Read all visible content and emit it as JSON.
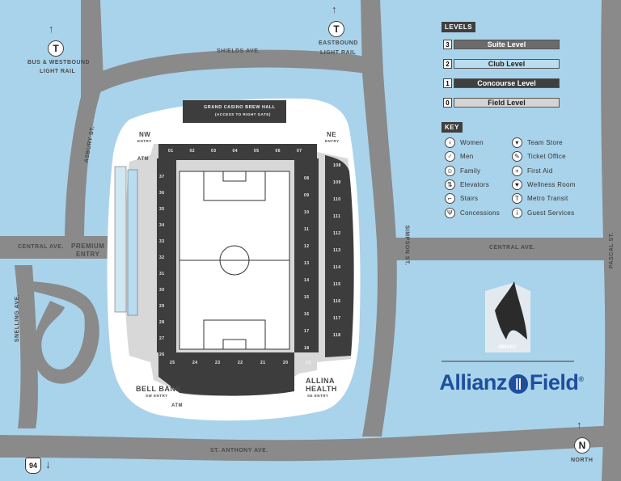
{
  "streets": {
    "shields": "SHIELDS AVE.",
    "asbury": "ASBURY ST.",
    "central_w": "CENTRAL AVE.",
    "central_e": "CENTRAL AVE.",
    "simpson": "SIMPSON ST.",
    "pascal": "PASCAL ST.",
    "snelling": "SNELLING AVE.",
    "st_anthony": "ST. ANTHONY AVE."
  },
  "transit": {
    "west_line1": "BUS & WESTBOUND",
    "west_line2": "LIGHT RAIL",
    "east_line1": "EASTBOUND",
    "east_line2": "LIGHT RAIL",
    "symbol": "T"
  },
  "entries": {
    "nw": "NW",
    "nw_sub": "ENTRY",
    "ne": "NE",
    "ne_sub": "ENTRY",
    "premium1": "PREMIUM",
    "premium2": "ENTRY",
    "bell1": "BELL BANK",
    "bell2": "SW ENTRY",
    "allina1": "ALLINA",
    "allina2": "HEALTH",
    "allina3": "SE ENTRY",
    "atm_top": "ATM",
    "atm_bottom": "ATM"
  },
  "brew_hall": {
    "title": "GRAND CASINO BREW HALL",
    "subtitle": "(ACCESS TO RIGHT GATE)"
  },
  "sections": {
    "north": [
      "01",
      "02",
      "03",
      "04",
      "05",
      "06",
      "07"
    ],
    "east": [
      "08",
      "09",
      "10",
      "11",
      "12",
      "13",
      "14",
      "15",
      "16",
      "17",
      "18"
    ],
    "east_outer": [
      "108",
      "109",
      "110",
      "111",
      "112",
      "113",
      "114",
      "115",
      "116",
      "117",
      "118"
    ],
    "south": [
      "19",
      "20",
      "21",
      "22",
      "23",
      "24",
      "25"
    ],
    "west": [
      "26",
      "27",
      "28",
      "29",
      "30",
      "31",
      "32",
      "33",
      "34",
      "35",
      "36",
      "37"
    ]
  },
  "compass": {
    "label": "N",
    "text": "NORTH"
  },
  "interstate": "94",
  "legend": {
    "levels_title": "LEVELS",
    "levels": [
      {
        "num": "3",
        "label": "Suite Level",
        "color": "#6b6b6b",
        "text": "#ffffff"
      },
      {
        "num": "2",
        "label": "Club Level",
        "color": "#b9dcef",
        "text": "#222222"
      },
      {
        "num": "1",
        "label": "Concourse Level",
        "color": "#3f3f3f",
        "text": "#ffffff"
      },
      {
        "num": "0",
        "label": "Field Level",
        "color": "#d4d4d4",
        "text": "#222222"
      }
    ],
    "key_title": "KEY",
    "key_left": [
      {
        "icon": "women-icon",
        "glyph": "♀",
        "label": "Women"
      },
      {
        "icon": "men-icon",
        "glyph": "♂",
        "label": "Men"
      },
      {
        "icon": "family-icon",
        "glyph": "☺",
        "label": "Family"
      },
      {
        "icon": "elevator-icon",
        "glyph": "⇅",
        "label": "Elevators"
      },
      {
        "icon": "stairs-icon",
        "glyph": "⌐",
        "label": "Stairs"
      },
      {
        "icon": "concessions-icon",
        "glyph": "Ψ",
        "label": "Concessions"
      }
    ],
    "key_right": [
      {
        "icon": "team-store-icon",
        "glyph": "▾",
        "label": "Team Store"
      },
      {
        "icon": "ticket-office-icon",
        "glyph": "✎",
        "label": "Ticket Office"
      },
      {
        "icon": "first-aid-icon",
        "glyph": "+",
        "label": "First Aid"
      },
      {
        "icon": "wellness-room-icon",
        "glyph": "♥",
        "label": "Wellness Room"
      },
      {
        "icon": "metro-transit-icon",
        "glyph": "T",
        "label": "Metro Transit"
      },
      {
        "icon": "guest-services-icon",
        "glyph": "i",
        "label": "Guest Services"
      }
    ]
  },
  "brand": {
    "left": "Allianz",
    "right": "Field",
    "mark": "®",
    "logo_text": "MNUFC"
  },
  "colors": {
    "water": "#a9d3eb",
    "road": "#8a8a8a",
    "plaza": "#ffffff",
    "concourse": "#dcdcdc",
    "seating": "#3d3d3d",
    "field": "#ffffff",
    "brand_blue": "#1f4e9c"
  }
}
